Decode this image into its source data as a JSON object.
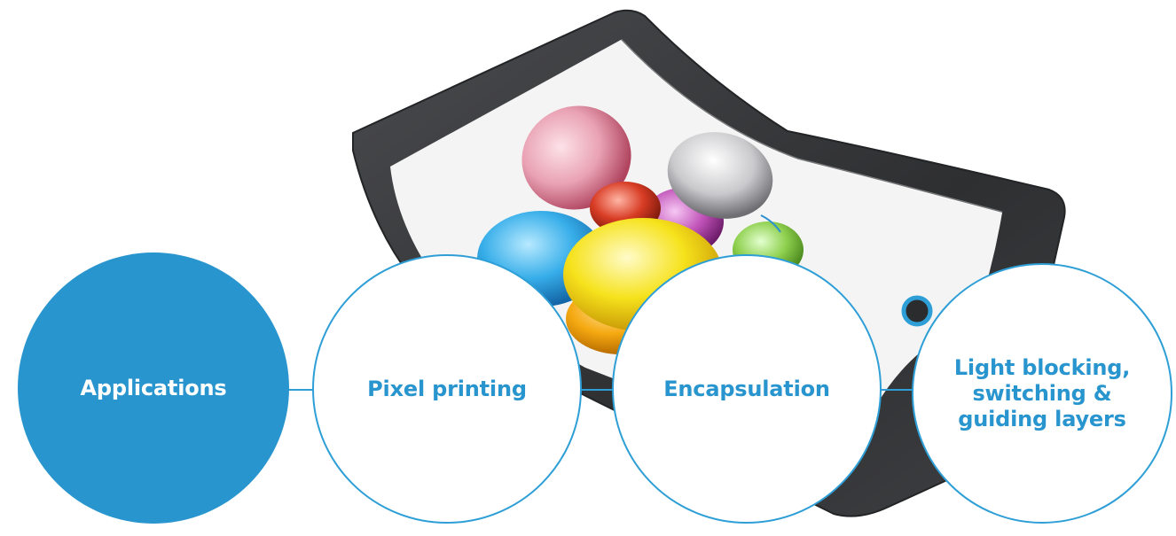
{
  "colors": {
    "accent": "#2995cf",
    "outline": "#2e9fd6",
    "background": "#ffffff",
    "tablet_frame": "#3a3b3d",
    "tablet_screen": "#f4f4f4",
    "home_button_ring": "#2e9fd6"
  },
  "steps": [
    {
      "label": "Applications"
    },
    {
      "label": "Pixel printing"
    },
    {
      "label": "Encapsulation"
    },
    {
      "label": "Light blocking, switching & guiding layers"
    }
  ]
}
